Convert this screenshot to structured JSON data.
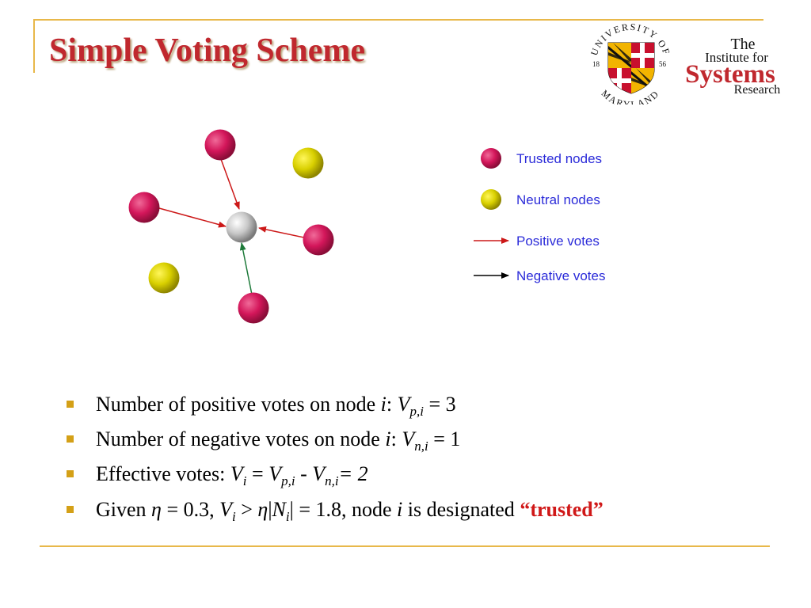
{
  "slide": {
    "title": "Simple Voting Scheme"
  },
  "logo": {
    "university_arc_top": "UNIVERSITY OF",
    "university_arc_bottom": "MARYLAND",
    "year_left": "18",
    "year_right": "56",
    "institute_line1": "The",
    "institute_line2": "Institute for",
    "institute_line3": "Systems",
    "institute_line4": "Research"
  },
  "legend": {
    "trusted_label": "Trusted nodes",
    "neutral_label": "Neutral nodes",
    "positive_label": "Positive votes",
    "negative_label": "Negative votes"
  },
  "colors": {
    "trusted": "#d3165a",
    "neutral": "#d9d000",
    "center": "#c8c8c8",
    "positive_arrow": "#cc1818",
    "negative_arrow_diagram": "#1e7a3a",
    "negative_arrow_legend": "#000000",
    "title": "#c0282e",
    "frame": "#e8b84a",
    "bullet": "#d4a017"
  },
  "bullets": {
    "b1_text": "Number of positive votes on node ",
    "b1_i": "i",
    "b1_colon": ": ",
    "b1_V": "V",
    "b1_sub": "p,i",
    "b1_eq": " = 3",
    "b2_text": "Number of negative votes on node ",
    "b2_i": "i",
    "b2_colon": ": ",
    "b2_V": "V",
    "b2_sub": "n,i",
    "b2_eq": " = 1",
    "b3_text": "Effective votes: ",
    "b3_V1": "V",
    "b3_sub1": "i",
    "b3_eq1": " = ",
    "b3_V2": "V",
    "b3_sub2": "p,i",
    "b3_minus": " - ",
    "b3_V3": "V",
    "b3_sub3": "n,i",
    "b3_eq2": "= 2",
    "b4_given": "Given ",
    "b4_eta1": "η",
    "b4_eta_val": " = 0.3, ",
    "b4_V": "V",
    "b4_sub": "i",
    "b4_gt": " > ",
    "b4_eta2": "η",
    "b4_bar1": "|",
    "b4_N": "N",
    "b4_subN": "i",
    "b4_bar2": "|  = 1.8, node ",
    "b4_i": "i",
    "b4_designated": " is designated ",
    "b4_trusted": "“trusted”"
  }
}
